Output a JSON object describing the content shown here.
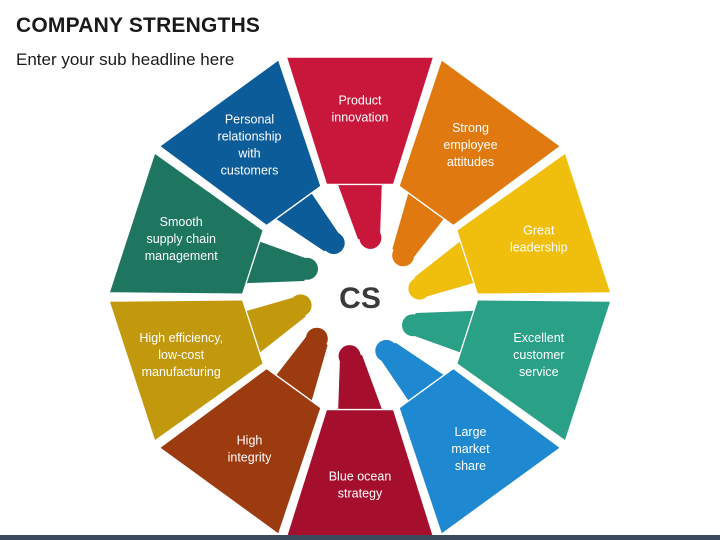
{
  "header": {
    "title": "COMPANY STRENGTHS",
    "subtitle": "Enter your sub headline here"
  },
  "center": {
    "label": "CS"
  },
  "segments": [
    {
      "id": "product-innovation",
      "lines": [
        "Product",
        "innovation"
      ],
      "color": "#c8173a"
    },
    {
      "id": "strong-employee-attitudes",
      "lines": [
        "Strong",
        "employee",
        "attitudes"
      ],
      "color": "#e07a10"
    },
    {
      "id": "great-leadership",
      "lines": [
        "Great",
        "leadership"
      ],
      "color": "#f0be0c"
    },
    {
      "id": "excellent-customer-service",
      "lines": [
        "Excellent",
        "customer",
        "service"
      ],
      "color": "#2aa087"
    },
    {
      "id": "large-market-share",
      "lines": [
        "Large",
        "market",
        "share"
      ],
      "color": "#1e88d0"
    },
    {
      "id": "blue-ocean-strategy",
      "lines": [
        "Blue ocean",
        "strategy"
      ],
      "color": "#a50f2d"
    },
    {
      "id": "high-integrity",
      "lines": [
        "High",
        "integrity"
      ],
      "color": "#9c3a10"
    },
    {
      "id": "high-efficiency",
      "lines": [
        "High efficiency,",
        "low-cost",
        "manufacturing"
      ],
      "color": "#c2990c"
    },
    {
      "id": "smooth-supply-chain",
      "lines": [
        "Smooth",
        "supply chain",
        "management"
      ],
      "color": "#1e7560"
    },
    {
      "id": "personal-relationship",
      "lines": [
        "Personal",
        "relationship",
        "with",
        "customers"
      ],
      "color": "#0d5c9a"
    }
  ]
}
